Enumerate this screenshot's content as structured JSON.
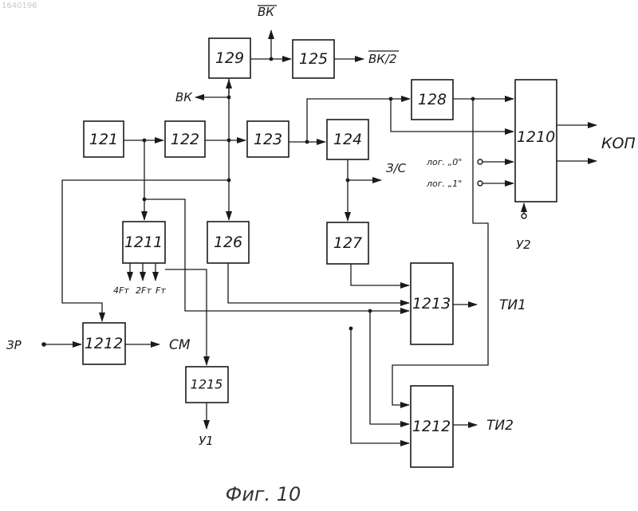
{
  "watermark": "1640196",
  "caption": "Фиг. 10",
  "blocks": {
    "b121": "121",
    "b122": "122",
    "b123": "123",
    "b124": "124",
    "b125": "125",
    "b126": "126",
    "b127": "127",
    "b128": "128",
    "b129": "129",
    "b1210": "1210",
    "b1211": "1211",
    "b1212a": "1212",
    "b1212b": "1212",
    "b1213": "1213",
    "b1215": "1215"
  },
  "signals": {
    "vk_bar": "ВК",
    "vk_bar_half": "ВК/2",
    "vk": "ВК",
    "zs": "З/С",
    "log0": "лог. „0\"",
    "log1": "лог. „1\"",
    "kop": "КОП",
    "u2": "У2",
    "u1": "У1",
    "ti1": "ТИ1",
    "ti2": "ТИ2",
    "sm": "СМ",
    "zr": "ЗР",
    "f4": "4Fт",
    "f2": "2Fт",
    "f1": "Fт"
  }
}
